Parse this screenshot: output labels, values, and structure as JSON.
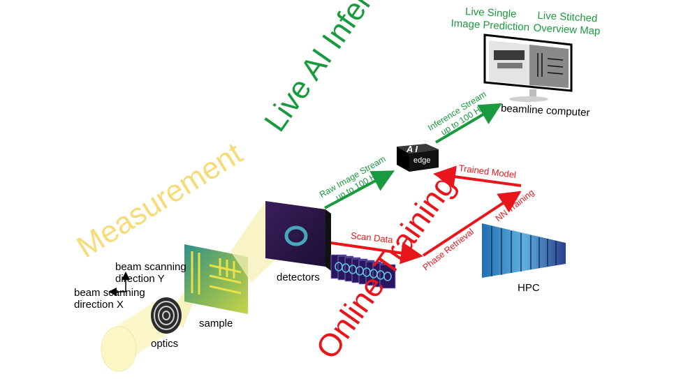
{
  "sections": {
    "measurement": "Measurement",
    "live_inference": "Live AI Inference",
    "online_training": "Online Training"
  },
  "labels": {
    "beam_y": "beam scanning\ndirection Y",
    "beam_x": "beam scanning\ndirection X",
    "optics": "optics",
    "sample": "sample",
    "detectors": "detectors",
    "scan_data": "Scan Data",
    "hpc": "HPC",
    "beamline_computer": "beamline computer",
    "edge_ai": "AI",
    "edge": "edge",
    "live_single": "Live Single\nImage Prediction",
    "live_stitched": "Live Stitched\nOverview Map",
    "raw_stream": "Raw Image Stream\nup to 100 Hz",
    "inference_stream": "Inference Stream\nup to 100 Hz",
    "trained_model": "Trained Model",
    "nn_training": "NN Training",
    "phase_retrieval": "Phase Retrieval"
  },
  "colors": {
    "measurement": "#f5dc78",
    "inference": "#1a9a3e",
    "training": "#e8161b",
    "beam": "#fbf6c4"
  },
  "icons": {
    "beam": "beam-cylinder",
    "optics": "zone-plate-rings",
    "sample": "sample-slab",
    "detector": "detector-panel",
    "edge": "edge-box",
    "monitor": "monitor",
    "hpc": "server-rack"
  }
}
